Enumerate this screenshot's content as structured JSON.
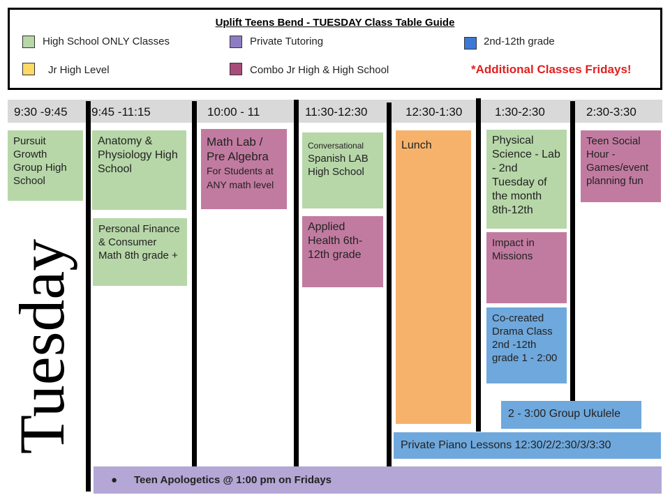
{
  "legend": {
    "title": "Uplift Teens Bend - TUESDAY Class Table Guide",
    "items": [
      {
        "label": "High School ONLY Classes",
        "color": "#b7d7a8"
      },
      {
        "label": "Private Tutoring",
        "color": "#8e7cc3"
      },
      {
        "label": "2nd-12th grade",
        "color": "#3c78d8"
      },
      {
        "label": "Jr High Level",
        "color": "#ffd966"
      },
      {
        "label": "Combo Jr High & High School",
        "color": "#a64d79"
      }
    ],
    "note": "*Additional Classes Fridays!"
  },
  "times": [
    "9:30 -9:45",
    "9:45 -11:15",
    "10:00 - 11",
    "11:30-12:30",
    "12:30-1:30",
    "1:30-2:30",
    "2:30-3:30"
  ],
  "day": "Tuesday",
  "classes": {
    "pursuit": "Pursuit Growth Group High School",
    "anatomy": "Anatomy & Physiology High School",
    "finance": "Personal Finance & Consumer Math 8th grade +",
    "math_lab_title": "Math Lab / Pre Algebra",
    "math_lab_sub": "For Students at ANY math level",
    "spanish_line1": "Conversational",
    "spanish_line2": "Spanish LAB High School",
    "health": "Applied Health 6th-12th grade",
    "lunch": "Lunch",
    "physical_science": "Physical Science - Lab - 2nd Tuesday of the month 8th-12th",
    "impact": "Impact in Missions",
    "drama": "Co-created Drama Class 2nd -12th grade 1 - 2:00",
    "social": "Teen Social Hour - Games/event planning fun",
    "ukulele": "2 - 3:00  Group Ukulele",
    "piano": "Private Piano Lessons 12:30/2/2:30/3/3:30",
    "apologetics": "Teen Apologetics @ 1:00 pm on Fridays"
  }
}
